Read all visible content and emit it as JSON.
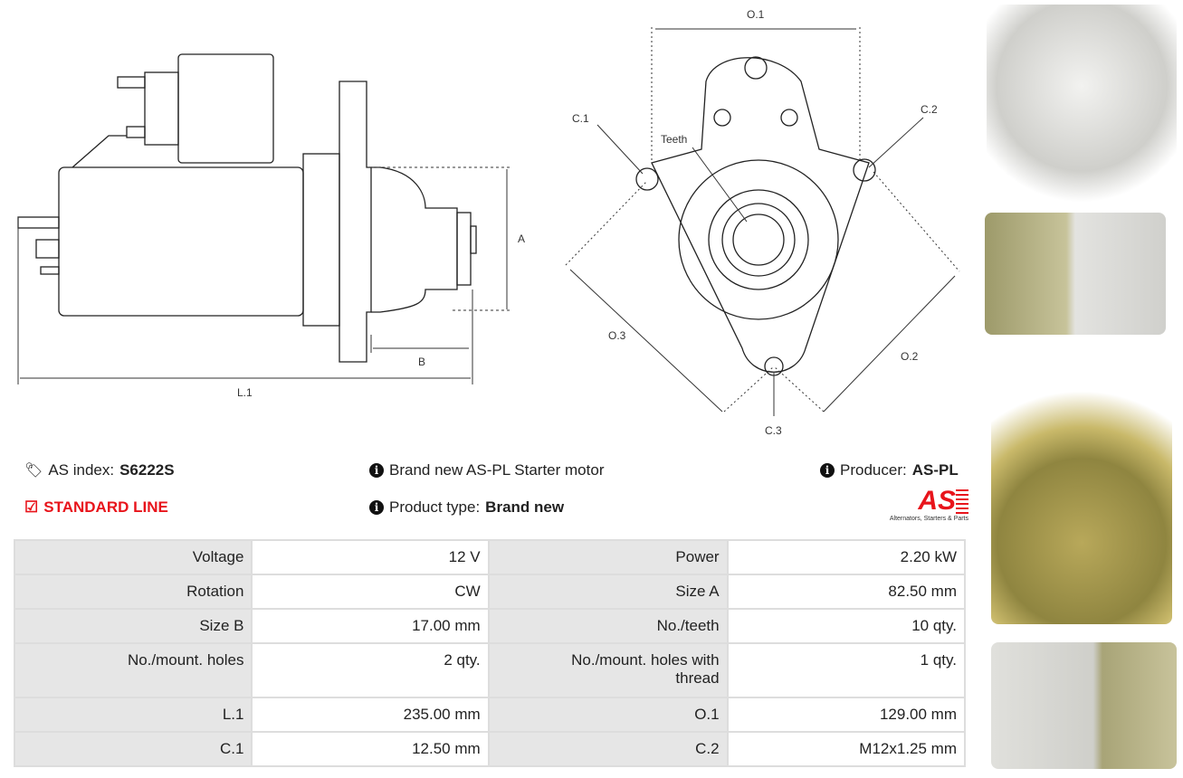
{
  "diagram": {
    "l1": "L.1",
    "a": "A",
    "b": "B",
    "o1": "O.1",
    "o2": "O.2",
    "o3": "O.3",
    "c1": "C.1",
    "c2": "C.2",
    "c3": "C.3",
    "teeth": "Teeth"
  },
  "info": {
    "as_index_label": "AS index:",
    "as_index_value": "S6222S",
    "standard_line": "STANDARD LINE",
    "description": "Brand new AS-PL Starter motor",
    "product_type_label": "Product type:",
    "product_type_value": "Brand new",
    "producer_label": "Producer:",
    "producer_value": "AS-PL",
    "logo_text": "AS",
    "logo_tagline": "Alternators, Starters & Parts"
  },
  "specs": [
    {
      "k1": "Voltage",
      "v1": "12 V",
      "k2": "Power",
      "v2": "2.20 kW"
    },
    {
      "k1": "Rotation",
      "v1": "CW",
      "k2": "Size A",
      "v2": "82.50 mm"
    },
    {
      "k1": "Size B",
      "v1": "17.00 mm",
      "k2": "No./teeth",
      "v2": "10 qty."
    },
    {
      "k1": "No./mount. holes",
      "v1": "2 qty.",
      "k2": "No./mount. holes with thread",
      "v2": "1 qty."
    },
    {
      "k1": "L.1",
      "v1": "235.00 mm",
      "k2": "O.1",
      "v2": "129.00 mm"
    },
    {
      "k1": "C.1",
      "v1": "12.50 mm",
      "k2": "C.2",
      "v2": "M12x1.25 mm"
    }
  ]
}
